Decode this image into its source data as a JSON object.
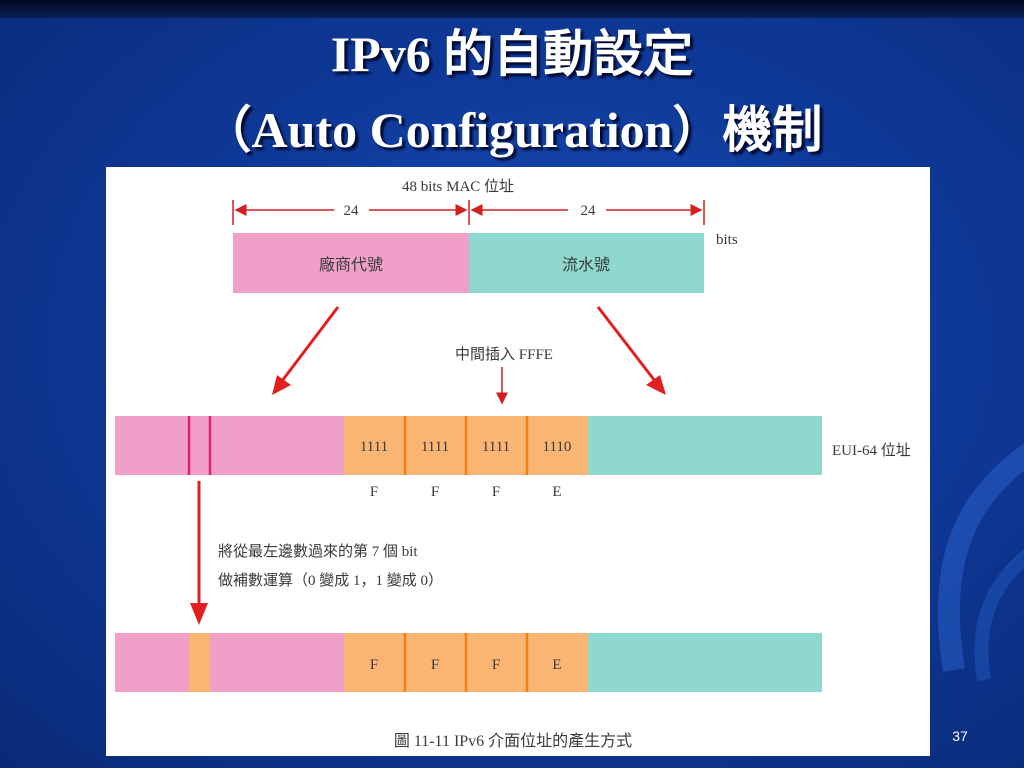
{
  "slide": {
    "title_line1": "IPv6 的自動設定",
    "title_line2": "（Auto Configuration）機制",
    "page_number": "37"
  },
  "diagram": {
    "mac_header": "48 bits MAC 位址",
    "left_bits": "24",
    "right_bits": "24",
    "bits_unit": "bits",
    "vendor_label": "廠商代號",
    "serial_label": "流水號",
    "insert_label": "中間插入 FFFE",
    "fffe_binary": [
      "1111",
      "1111",
      "1111",
      "1110"
    ],
    "fffe_hex": [
      "F",
      "F",
      "F",
      "E"
    ],
    "eui64_label": "EUI-64 位址",
    "note_line1": "將從最左邊數過來的第 7 個 bit",
    "note_line2": "做補數運算（0 變成 1，1 變成 0）",
    "result_hex": [
      "F",
      "F",
      "F",
      "E"
    ],
    "caption": "圖 11-11  IPv6 介面位址的產生方式"
  },
  "colors": {
    "vendor": "#f0a0c8",
    "serial": "#8fd8d0",
    "fffe": "#fbb573",
    "fffe_divider": "#f08010",
    "bit_marker": "#e02070",
    "red_arrow": "#e02020",
    "background": "#0f3a9a"
  }
}
